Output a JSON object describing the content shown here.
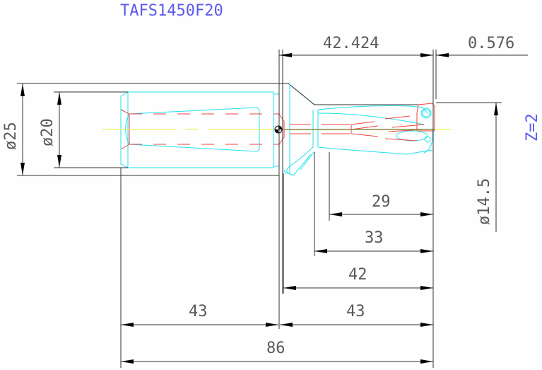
{
  "title": "TAFS1450F20",
  "z_label": "Z=2",
  "colors": {
    "background": "#fdfefd",
    "dimension_lines": "#333333",
    "dimension_text": "#5a5a5a",
    "title_text": "#5a5aee",
    "tool_outline": "#22e0f0",
    "hidden_lines": "#ee4444",
    "center_line": "#f0f060"
  },
  "dimensions": {
    "top_left": "42.424",
    "top_right": "0.576",
    "shank_outer_diameter": "ø25",
    "shank_inner_diameter": "ø20",
    "tip_diameter": "ø14.5",
    "length_29": "29",
    "length_33": "33",
    "length_42": "42",
    "length_43_left": "43",
    "length_43_right": "43",
    "overall_length": "86"
  }
}
